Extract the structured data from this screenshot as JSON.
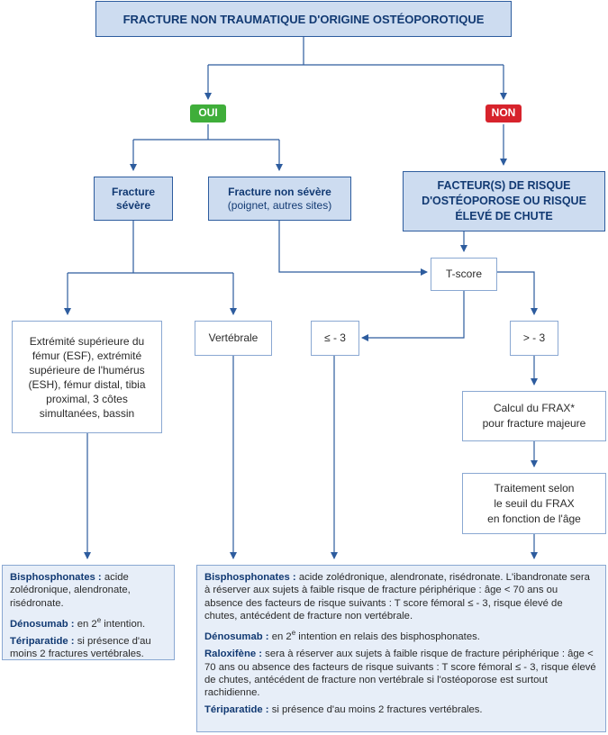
{
  "title": "FRACTURE NON TRAUMATIQUE D'ORIGINE OSTÉOPOROTIQUE",
  "branch_yes": "OUI",
  "branch_no": "NON",
  "colors": {
    "yes": "#3fae3a",
    "no": "#d7232c",
    "line": "#2d5c9e"
  },
  "severe": "Fracture sévère",
  "non_severe": {
    "title": "Fracture non sévère",
    "sub": "(poignet, autres sites)"
  },
  "risk_factors": "FACTEUR(S) DE RISQUE D'OSTÉOPOROSE OU RISQUE ÉLEVÉ DE CHUTE",
  "tscore": "T-score",
  "sites": "Extrémité supérieure du fémur (ESF), extrémité supérieure de l'humérus (ESH), fémur distal, tibia proximal, 3 côtes simultanées, bassin",
  "vertebral": "Vertébrale",
  "le3": "≤ - 3",
  "gt3": "> - 3",
  "frax": {
    "line1": "Calcul du FRAX*",
    "line2": "pour fracture majeure"
  },
  "treatment": {
    "line1": "Traitement selon",
    "line2": "le seuil du FRAX",
    "line3": "en fonction de l'âge"
  },
  "left_panel": {
    "bisphos_label": "Bisphosphonates :",
    "bisphos_text": " acide zolédronique, alendronate, risédronate.",
    "deno_label": "Dénosumab :",
    "deno_text_pre": " en 2",
    "deno_sup": "e",
    "deno_text_post": " intention.",
    "teri_label": "Tériparatide :",
    "teri_text": " si présence d'au moins 2 fractures vertébrales."
  },
  "right_panel": {
    "bisphos_label": "Bisphosphonates :",
    "bisphos_text": " acide zolédronique, alendronate, risédronate. L'ibandronate sera à réserver aux sujets à faible risque de fracture périphérique : âge < 70 ans ou absence des facteurs de risque suivants : T score fémoral ≤ - 3, risque élevé de chutes, antécédent de fracture non vertébrale.",
    "deno_label": "Dénosumab :",
    "deno_text_pre": " en 2",
    "deno_sup": "e",
    "deno_text_post": " intention en relais des bisphosphonates.",
    "ralox_label": "Raloxifène :",
    "ralox_text": " sera à réserver aux sujets à faible risque de fracture périphérique : âge < 70 ans ou absence des facteurs de risque suivants : T score fémoral ≤ - 3, risque élevé de chutes, antécédent de fracture non vertébrale si l'ostéoporose est surtout rachidienne.",
    "teri_label": "Tériparatide :",
    "teri_text": " si présence d'au moins 2 fractures vertébrales."
  }
}
